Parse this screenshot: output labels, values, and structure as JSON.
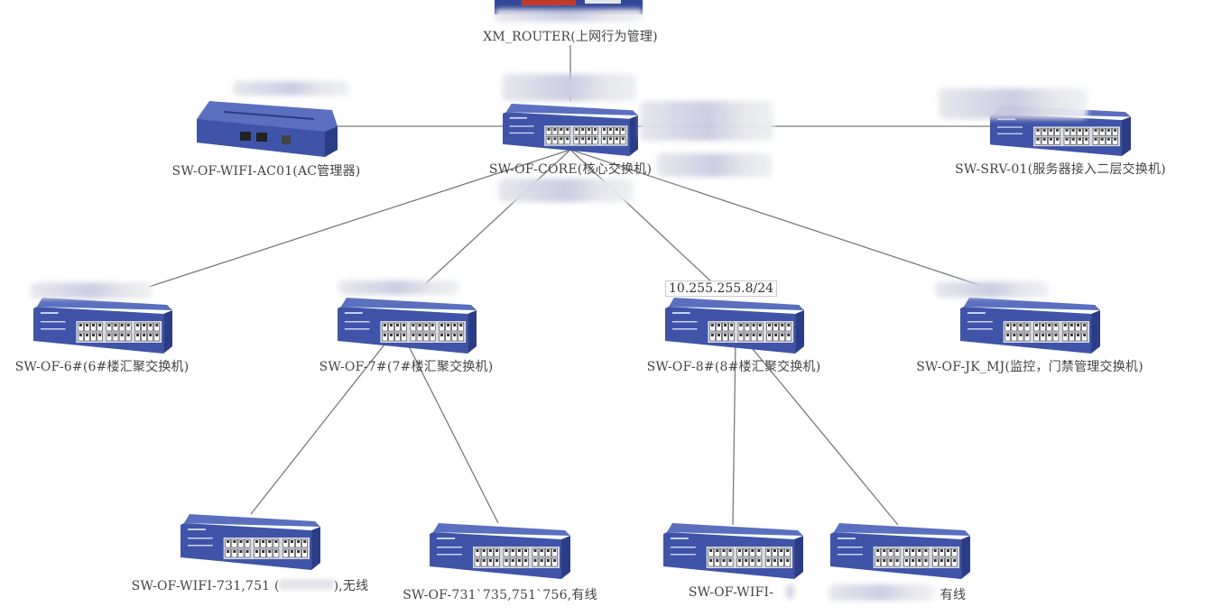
{
  "devices": {
    "router": {
      "label": "XM_ROUTER(上网行为管理)"
    },
    "core": {
      "label": "SW-OF-CORE(核心交换机)"
    },
    "ac": {
      "label": "SW-OF-WIFI-AC01(AC管理器)"
    },
    "srv": {
      "label": "SW-SRV-01(服务器接入二层交换机)"
    },
    "sw6": {
      "label": "SW-OF-6#(6#楼汇聚交换机)"
    },
    "sw7": {
      "label": "SW-OF-7#(7#楼汇聚交换机)"
    },
    "sw8": {
      "label": "SW-OF-8#(8#楼汇聚交换机)",
      "ip": "10.255.255.8/24"
    },
    "jk": {
      "label": "SW-OF-JK_MJ(监控，门禁管理交换机)"
    },
    "wifi731": {
      "label_a": "SW-OF-WIFI-731,751 (",
      "label_b": "),无线"
    },
    "sw731": {
      "label": "SW-OF-731`735,751`756,有线"
    },
    "wifi8": {
      "label": "SW-OF-WIFI-"
    },
    "sw8wired": {
      "label": "有线"
    }
  },
  "colors": {
    "switch_body": "#3f54a8",
    "switch_top": "#5a6fbf",
    "link": "#7a7a7a"
  }
}
